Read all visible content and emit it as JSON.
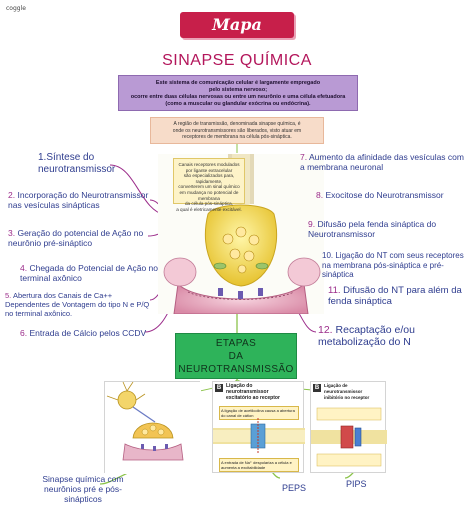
{
  "author": "coggle",
  "banner": {
    "title": "Mapa mental"
  },
  "main_title": "SINAPSE QUÍMICA",
  "definition": {
    "lines": [
      "Este sistema de comunicação celular é largamente empregado",
      "pelo sistema nervoso;",
      "ocorre entre duas células nervosas ou entre um neurônio e uma célula efetuadora",
      "(como a muscular ou glandular exócrina ou endócrina)."
    ]
  },
  "zone": {
    "lines": [
      "A região de transmissão, denominada sinapse química, é",
      "onde os neurotransmissores são liberados, visto atuar em",
      "receptores de membrana na célula pós-sináptica."
    ]
  },
  "receptor_note": {
    "lines": [
      "Canais receptores modulados",
      "por ligante extracelular",
      "são especializados para, rapidamente,",
      "converterem um sinal químico",
      "em mudança no potencial de membrana",
      "da célula pós-sináptica,",
      "a qual é eletricamente excitável."
    ]
  },
  "steps_left": [
    {
      "num": "1.",
      "text": "Síntese do neurotransmissor"
    },
    {
      "num": "2.",
      "text": "Incorporação do Neurotransmissor nas vesículas sinápticas"
    },
    {
      "num": "3.",
      "text": "Geração do potencial de Ação no neurônio pré-sináptico"
    },
    {
      "num": "4.",
      "text": "Chegada do Potencial de Ação no terminal axônico"
    },
    {
      "num": "5.",
      "text": "Abertura dos Canais de Ca++ Dependentes de Vontagem do tipo N e P/Q no terminal axônico."
    },
    {
      "num": "6.",
      "text": "Entrada de Cálcio pelos CCDV"
    }
  ],
  "steps_right": [
    {
      "num": "7.",
      "text": "Aumento da afinidade das vesículas com a membrana neuronal"
    },
    {
      "num": "8.",
      "text": "Exocitose do Neurotransmissor"
    },
    {
      "num": "9.",
      "text": "Difusão pela fenda sináptica do Neurotransmissor"
    },
    {
      "num": "10.",
      "text": "Ligação do NT com seus receptores na membrana pós-sináptica e pré-sináptica"
    },
    {
      "num": "11.",
      "text": "Difusão do NT para além da fenda sináptica"
    },
    {
      "num": "12.",
      "text": "Recaptação e/ou metabolização do N"
    }
  ],
  "etapas": {
    "line1": "ETAPAS",
    "line2": "DA",
    "line3": "NEUROTRANSMISSÃO"
  },
  "panel_b": {
    "title_line1": "Ligação do",
    "title_line2": "neurotransmissor",
    "title_line3": "excitatório ao receptor",
    "note_top": "A ligação de acetilcolina causa a abertura do canal de cátion",
    "note_bottom": "A entrada de Na⁺ despolariza a célula e aumenta a excitabilidade"
  },
  "panel_c": {
    "title_line1": "Ligação de",
    "title_line2": "neurotransmissor",
    "title_line3": "inibitório no receptor"
  },
  "bottom": {
    "synapse_label": "Sinapse química com neurônios pré e pós-sinápticos",
    "peps": "PEPS",
    "pips": "PIPS"
  },
  "colors": {
    "banner": "#c71f4a",
    "title": "#b3165b",
    "definition_bg": "#b99ad4",
    "zone_bg": "#f7dcc9",
    "etapas_bg": "#2eb35a",
    "purple_text": "#9b2c8a",
    "blue_text": "#2f3d8f",
    "line_green": "#8bc34a"
  }
}
